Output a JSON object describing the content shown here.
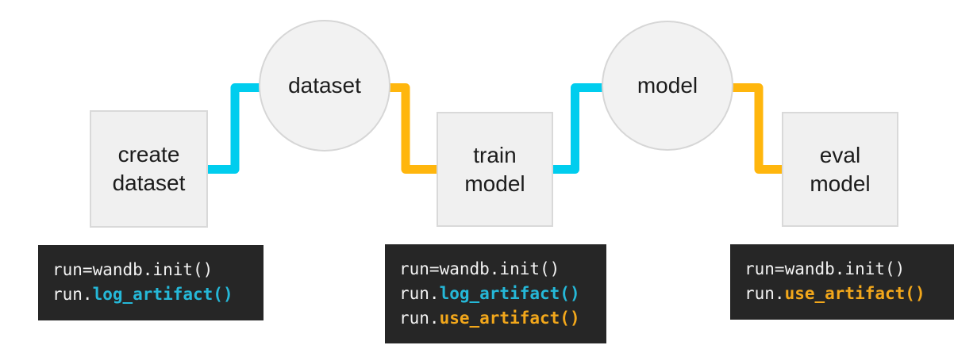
{
  "diagram": {
    "steps": [
      {
        "id": "create-dataset",
        "label": "create\ndataset"
      },
      {
        "id": "train-model",
        "label": "train\nmodel"
      },
      {
        "id": "eval-model",
        "label": "eval\nmodel"
      }
    ],
    "artifacts": [
      {
        "id": "dataset",
        "label": "dataset"
      },
      {
        "id": "model",
        "label": "model"
      }
    ],
    "connectors": [
      {
        "from": "create dataset",
        "to": "dataset",
        "action": "log_artifact",
        "color": "#00cdee"
      },
      {
        "from": "dataset",
        "to": "train model",
        "action": "use_artifact",
        "color": "#ffb60d"
      },
      {
        "from": "train model",
        "to": "model",
        "action": "log_artifact",
        "color": "#00cdee"
      },
      {
        "from": "model",
        "to": "eval model",
        "action": "use_artifact",
        "color": "#ffb60d"
      }
    ]
  },
  "code_blocks": [
    {
      "lines": [
        {
          "segments": [
            {
              "text": "run=wandb.init()",
              "color": "plain"
            }
          ]
        },
        {
          "segments": [
            {
              "text": "run.",
              "color": "plain"
            },
            {
              "text": "log_artifact()",
              "color": "cyan"
            }
          ]
        }
      ]
    },
    {
      "lines": [
        {
          "segments": [
            {
              "text": "run=wandb.init()",
              "color": "plain"
            }
          ]
        },
        {
          "segments": [
            {
              "text": "run.",
              "color": "plain"
            },
            {
              "text": "log_artifact()",
              "color": "cyan"
            }
          ]
        },
        {
          "segments": [
            {
              "text": "run.",
              "color": "plain"
            },
            {
              "text": "use_artifact()",
              "color": "orange"
            }
          ]
        }
      ]
    },
    {
      "lines": [
        {
          "segments": [
            {
              "text": "run=wandb.init()",
              "color": "plain"
            }
          ]
        },
        {
          "segments": [
            {
              "text": "run.",
              "color": "plain"
            },
            {
              "text": "use_artifact()",
              "color": "orange"
            }
          ]
        }
      ]
    }
  ],
  "colors": {
    "line_cyan": "#00cdee",
    "line_orange": "#ffb60d",
    "code_cyan": "#25b8d8",
    "code_orange": "#f2a71b",
    "code_background": "#262626",
    "code_text": "#f2f2f2",
    "shape_fill": "#f0f0f0",
    "shape_border": "#d9d9d9",
    "label_text": "#1c1c1c",
    "page_background": "#ffffff"
  }
}
